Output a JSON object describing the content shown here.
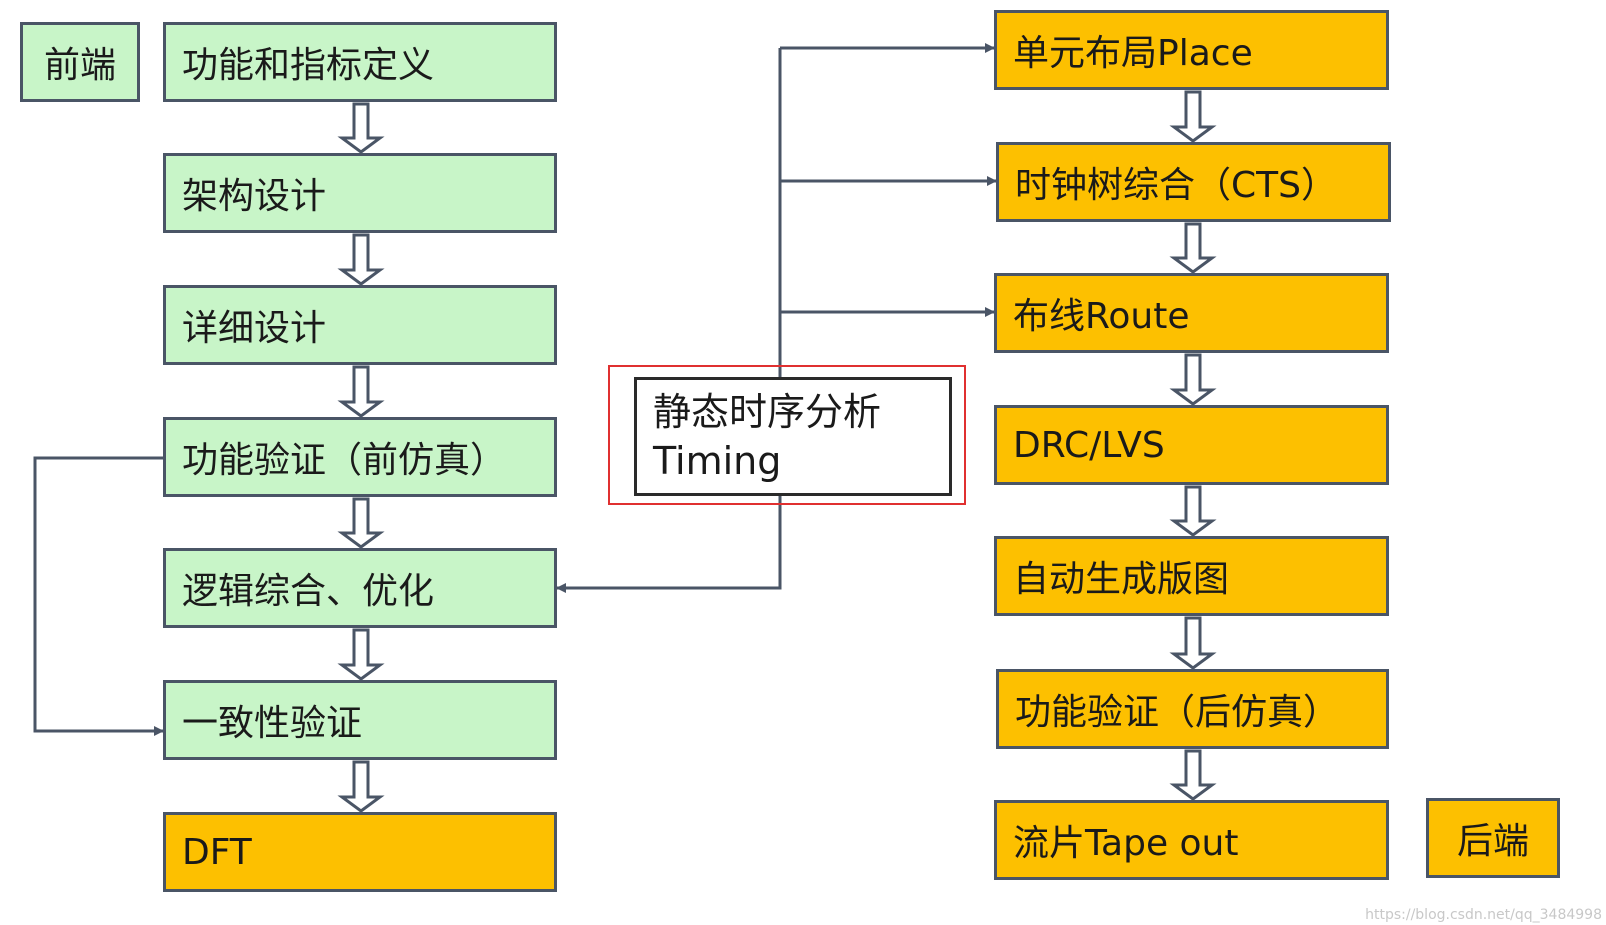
{
  "front_end": {
    "label": "前端",
    "steps": [
      "功能和指标定义",
      "架构设计",
      "详细设计",
      "功能验证（前仿真）",
      "逻辑综合、优化",
      "一致性验证",
      "DFT"
    ]
  },
  "sta": {
    "line1": "静态时序分析",
    "line2": "Timing"
  },
  "back_end": {
    "label": "后端",
    "steps": [
      "单元布局Place",
      "时钟树综合（CTS）",
      "布线Route",
      "DRC/LVS",
      "自动生成版图",
      "功能验证（后仿真）",
      "流片Tape out"
    ]
  },
  "watermark": "https://blog.csdn.net/qq_3484998",
  "colors": {
    "front_fill": "#c8f5c8",
    "back_fill": "#fdc000",
    "border": "#4a5566",
    "arrow": "#4a5566",
    "highlight": "#e03030"
  }
}
